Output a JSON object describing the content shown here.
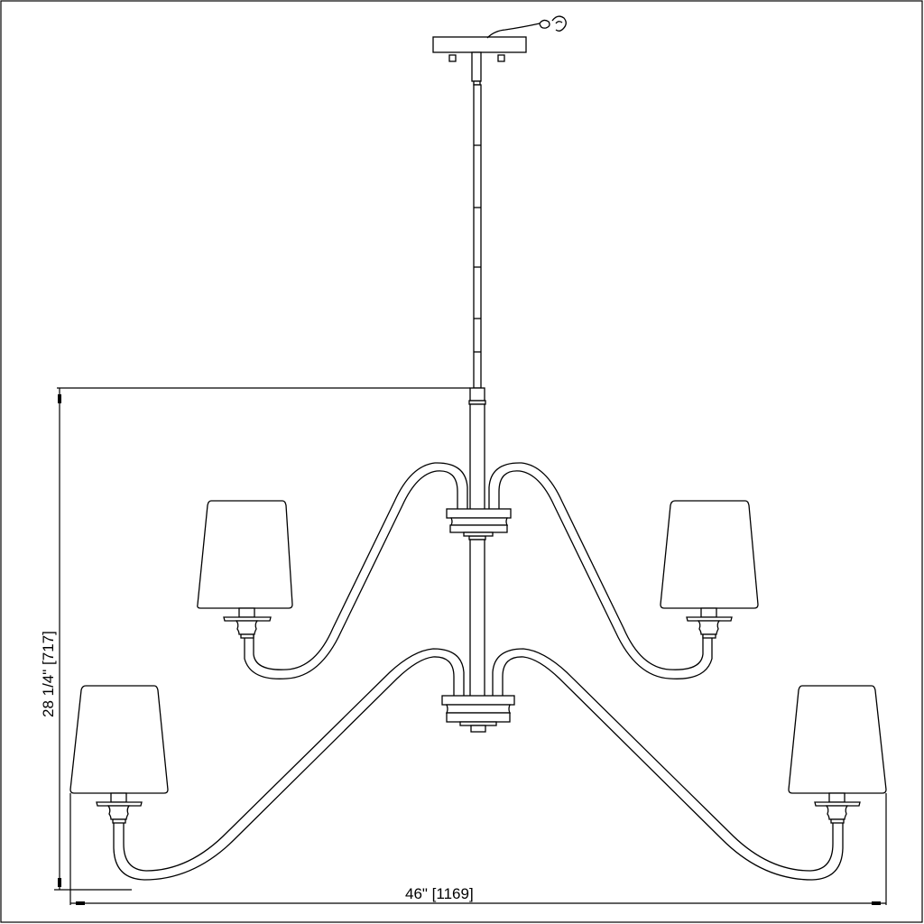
{
  "drawing": {
    "subject": "Two-tier 6-light chandelier with tapered shades — elevation view",
    "border_color": "#000000",
    "background_color": "#ffffff",
    "line_color": "#000000"
  },
  "dimensions": {
    "height_label": "28 1/4\" [717]",
    "height_in": "28 1/4\"",
    "height_mm": "717",
    "width_label": "46\" [1169]",
    "width_in": "46\"",
    "width_mm": "1169"
  },
  "components": {
    "canopy": "ceiling-canopy",
    "hook": "s-hook-with-chain",
    "rod_segments": 6,
    "upper_tier_lights": 2,
    "lower_tier_lights": 2,
    "total_shades_visible": 4
  }
}
